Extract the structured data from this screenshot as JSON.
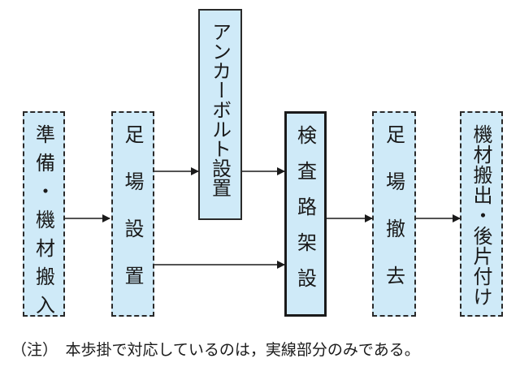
{
  "diagram": {
    "boxes": [
      {
        "id": "prep",
        "label": "準備・機材搬入"
      },
      {
        "id": "scaffold",
        "label": "足場設置"
      },
      {
        "id": "anchor",
        "label": "アンカーボルト設置"
      },
      {
        "id": "inspection",
        "label": "検査路架設"
      },
      {
        "id": "removal",
        "label": "足場撤去"
      },
      {
        "id": "cleanup",
        "label": "機材搬出・後片付け"
      }
    ],
    "edges": [
      {
        "from": "prep",
        "to": "scaffold"
      },
      {
        "from": "scaffold",
        "to": "anchor"
      },
      {
        "from": "anchor",
        "to": "inspection"
      },
      {
        "from": "scaffold",
        "to": "inspection"
      },
      {
        "from": "inspection",
        "to": "removal"
      },
      {
        "from": "removal",
        "to": "cleanup"
      }
    ],
    "note": "（注）　本歩掛で対応しているのは，実線部分のみである。"
  }
}
